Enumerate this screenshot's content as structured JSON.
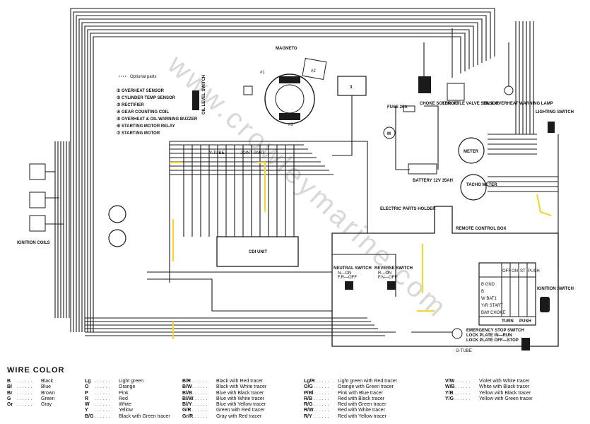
{
  "watermark": "www.crowleymarine.com",
  "components": {
    "magneto": "MAGNETO",
    "cdi_unit": "CDI UNIT",
    "remote_control_box": "REMOTE CONTROL BOX",
    "electric_parts_holder": "ELECTRIC PARTS HOLDER",
    "ignition_coils": "IGNITION COILS",
    "ignition_switch": "IGNITION SWITCH",
    "lighting_switch": "LIGHTING SWITCH",
    "oil_level_switch": "OIL LEVEL SWITCH",
    "choke_solenoid": "CHOKE SOLENOID",
    "throttle_valve_sensor": "THROTTLE VALVE SENSOR",
    "oil_overheat_lamp": "OIL & OVERHEAT WARNING LAMP",
    "fuse": "FUSE 20A",
    "battery": "BATTERY 12V 35AH",
    "meter": "METER",
    "tacho_meter": "TACHO METER",
    "neutral_switch": "NEUTRAL SWITCH",
    "neutral_states": [
      "N—ON",
      "F.R—OFF"
    ],
    "reverse_switch": "REVERSE SWITCH",
    "reverse_states": [
      "R—ON",
      "F.N—OFF"
    ],
    "emergency_stop": [
      "EMERGENCY STOP SWITCH",
      "LOCK PLATE IN—RUN",
      "LOCK PLATE OFF—STOP"
    ],
    "y_tube": "Y-TUBE",
    "g_tube": "G-TUBE",
    "joint_part": "JOINT PART",
    "optional_parts": "Optional parts",
    "box_3": "3",
    "turn": "TURN",
    "push": "PUSH",
    "switch_rows": [
      "B GND",
      "B",
      "W BAT1",
      "Y/R START",
      "B/W CHOKE"
    ],
    "switch_heads": [
      "OFF",
      "ON",
      "ST",
      "PUSH"
    ]
  },
  "parts_list": [
    "① OVERHEAT SENSOR",
    "② CYLINDER TEMP SENSOR",
    "③ RECTIFIER",
    "④ GEAR COUNTING COIL",
    "⑤ OVERHEAT & OIL WARNING BUZZER",
    "⑥ STARTING MOTOR RELAY",
    "⑦ STARTING MOTOR"
  ],
  "wire_color_title": "WIRE COLOR",
  "wire_colors": [
    [
      {
        "code": "B",
        "name": "Black"
      },
      {
        "code": "Bl",
        "name": "Blue"
      },
      {
        "code": "Br",
        "name": "Brown"
      },
      {
        "code": "G",
        "name": "Green"
      },
      {
        "code": "Gr",
        "name": "Gray"
      }
    ],
    [
      {
        "code": "Lg",
        "name": "Light green"
      },
      {
        "code": "O",
        "name": "Orange"
      },
      {
        "code": "P",
        "name": "Pink"
      },
      {
        "code": "R",
        "name": "Red"
      },
      {
        "code": "W",
        "name": "White"
      },
      {
        "code": "Y",
        "name": "Yellow"
      },
      {
        "code": "B/G",
        "name": "Black with Green tracer"
      }
    ],
    [
      {
        "code": "B/R",
        "name": "Black with Red tracer"
      },
      {
        "code": "B/W",
        "name": "Black with White tracer"
      },
      {
        "code": "Bl/B",
        "name": "Blue with Black tracer"
      },
      {
        "code": "Bl/W",
        "name": "Blue with White tracer"
      },
      {
        "code": "Bl/Y",
        "name": "Blue with Yellow tracer"
      },
      {
        "code": "G/R",
        "name": "Green with Red tracer"
      },
      {
        "code": "Gr/R",
        "name": "Gray with Red tracer"
      }
    ],
    [
      {
        "code": "Lg/R",
        "name": "Light green with Red tracer"
      },
      {
        "code": "O/G",
        "name": "Orange with Green tracer"
      },
      {
        "code": "P/Bl",
        "name": "Pink with Blue tracer"
      },
      {
        "code": "R/B",
        "name": "Red with Black tracer"
      },
      {
        "code": "R/G",
        "name": "Red with Green tracer"
      },
      {
        "code": "R/W",
        "name": "Red with White tracer"
      },
      {
        "code": "R/Y",
        "name": "Red with Yellow tracer"
      }
    ],
    [
      {
        "code": "V/W",
        "name": "Violet with White tracer"
      },
      {
        "code": "W/B",
        "name": "White with Black tracer"
      },
      {
        "code": "Y/B",
        "name": "Yellow with Black tracer"
      },
      {
        "code": "Y/G",
        "name": "Yellow with Green tracer"
      }
    ]
  ],
  "colors": {
    "line": "#1a1a1a",
    "highlight": "#f2d63a",
    "watermark": "#d8d8d8"
  }
}
